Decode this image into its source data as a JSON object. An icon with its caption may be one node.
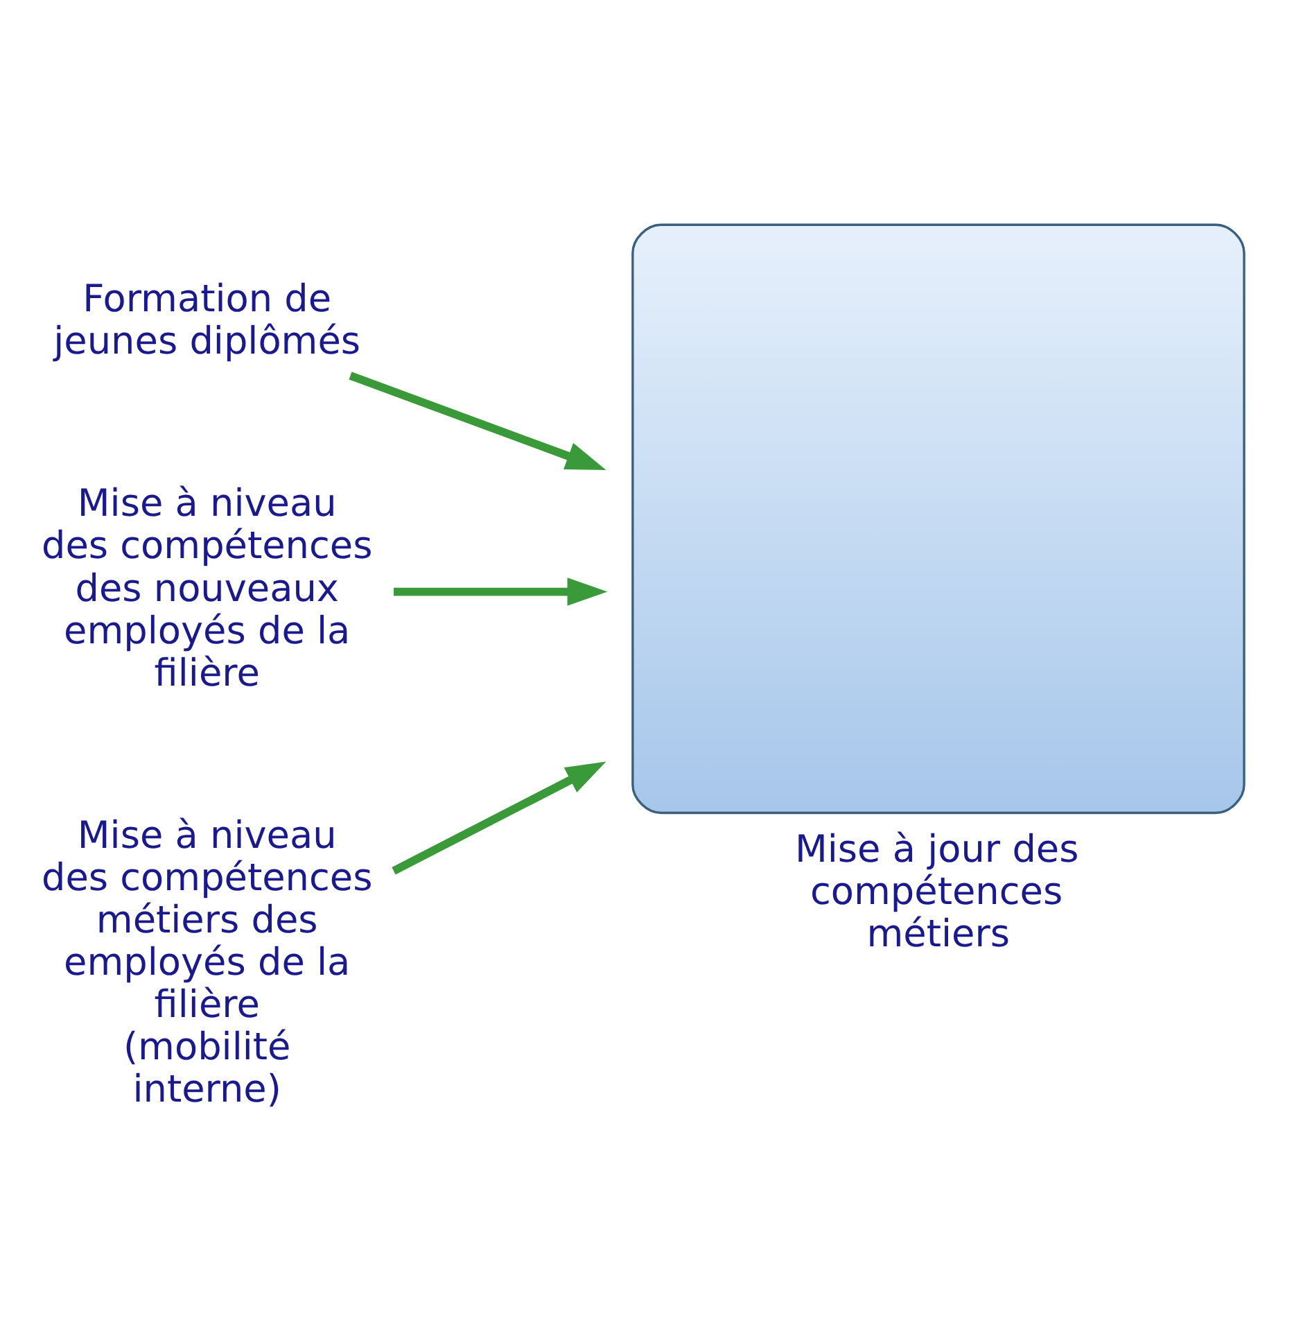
{
  "diagram": {
    "nodes": [
      {
        "text": [
          "Formation de jeunes diplômés"
        ]
      },
      {
        "text": [
          "Mise à niveau des compétences des nouveaux employés de la filière"
        ]
      },
      {
        "text": [
          "Mise à jour des compétences métiers"
        ]
      },
      {
        "text": [
          "Mise à niveau des compétences métiers des employés de la filière (mobilité interne)"
        ]
      }
    ],
    "edges": [
      {
        "from": 0,
        "to": 2,
        "arrow": "to"
      },
      {
        "from": 1,
        "to": 2,
        "arrow": "to"
      },
      {
        "from": 3,
        "to": 2,
        "arrow": "to"
      }
    ]
  }
}
